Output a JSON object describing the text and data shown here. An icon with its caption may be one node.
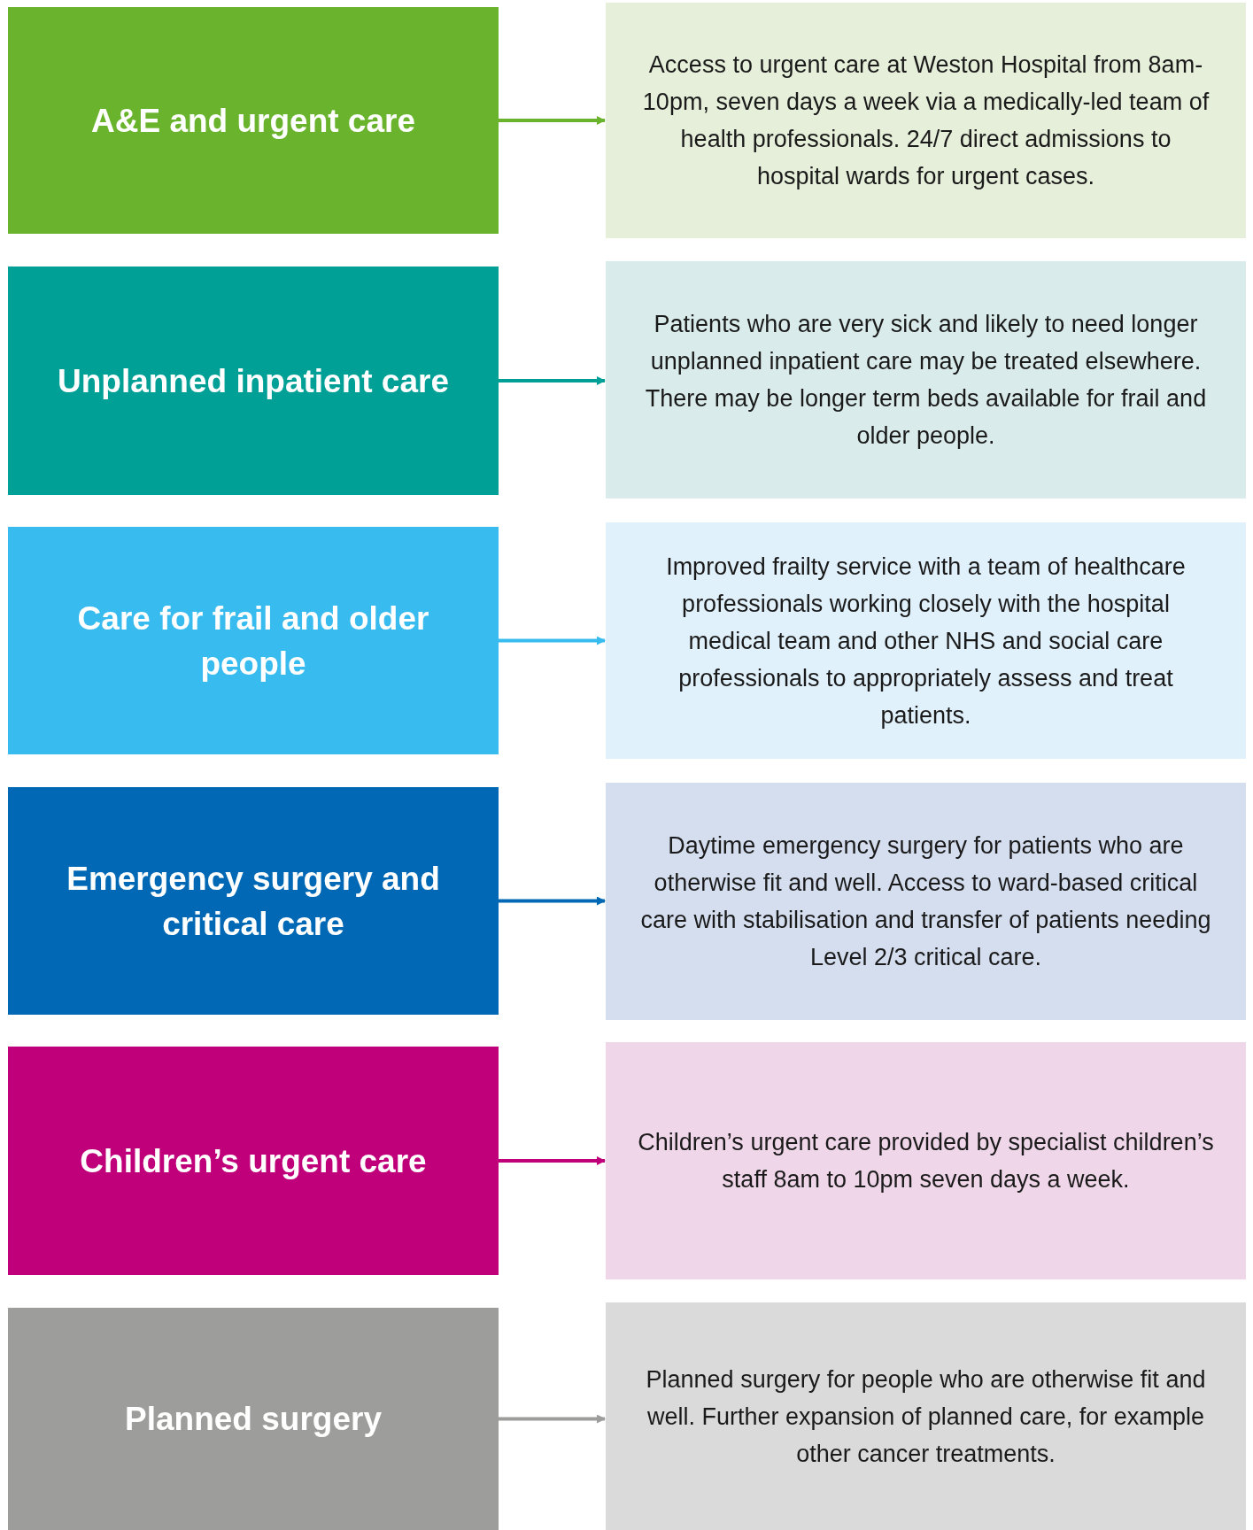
{
  "diagram": {
    "nodes": [
      {
        "text": [
          "A&E and urgent care"
        ]
      },
      {
        "text": [
          "Access to urgent care at Weston Hospital from 8am-10pm, seven days a week via a medically-led team of health professionals. 24/7 direct admissions to hospital wards for urgent cases."
        ]
      },
      {
        "text": [
          "Unplanned inpatient care"
        ]
      },
      {
        "text": [
          "Patients who are very sick and likely to need longer unplanned inpatient care may be treated elsewhere. There may be longer term beds available for frail and older people."
        ]
      },
      {
        "text": [
          "Care for frail and older people"
        ]
      },
      {
        "text": [
          "Improved frailty service with a team of healthcare professionals working closely with the hospital medical team and other NHS and social care professionals to appropriately assess and treat patients."
        ]
      },
      {
        "text": [
          "Emergency surgery and critical care"
        ]
      },
      {
        "text": [
          "Daytime emergency surgery for patients who are otherwise fit and well. Access to ward-based critical care with stabilisation and transfer of patients needing Level 2/3 critical care."
        ]
      },
      {
        "text": [
          "Children’s urgent care"
        ]
      },
      {
        "text": [
          "Children’s urgent care provided by specialist children’s staff 8am to 10pm seven days a week."
        ]
      },
      {
        "text": [
          "Planned surgery"
        ]
      },
      {
        "text": [
          "Planned surgery for people who are otherwise fit and well. Further expansion of planned care, for example other cancer treatments."
        ]
      }
    ],
    "edges": [
      {
        "from": 0,
        "to": 1,
        "arrow": "to",
        "color": "#6ab42d"
      },
      {
        "from": 2,
        "to": 3,
        "arrow": "to",
        "color": "#00a096"
      },
      {
        "from": 4,
        "to": 5,
        "arrow": "to",
        "color": "#38bbee"
      },
      {
        "from": 6,
        "to": 7,
        "arrow": "to",
        "color": "#0068b4"
      },
      {
        "from": 8,
        "to": 9,
        "arrow": "to",
        "color": "#c0007a"
      },
      {
        "from": 10,
        "to": 11,
        "arrow": "to",
        "color": "#9d9d9c"
      }
    ]
  }
}
